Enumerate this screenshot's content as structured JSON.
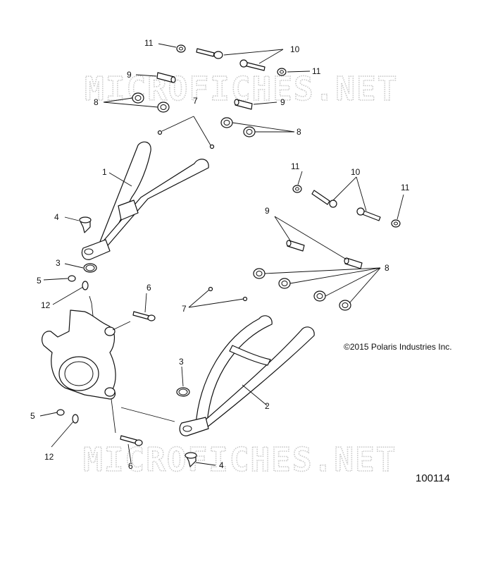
{
  "watermark": "MICROFICHES.NET",
  "copyright": "©2015 Polaris Industries Inc.",
  "figure_number": "100114",
  "callouts": {
    "c11_top_left": "11",
    "c10_top": "10",
    "c11_top_right": "11",
    "c9_top_left": "9",
    "c8_top_left": "8",
    "c9_top_right": "9",
    "c7_top": "7",
    "c8_top_right": "8",
    "c1": "1",
    "c11_mid_left": "11",
    "c10_mid": "10",
    "c11_mid_right": "11",
    "c4_top": "4",
    "c9_mid": "9",
    "c3_top": "3",
    "c5_top": "5",
    "c8_mid": "8",
    "c12_top": "12",
    "c6_top": "6",
    "c7_mid": "7",
    "c3_bottom": "3",
    "c2": "2",
    "c5_bottom": "5",
    "c12_bottom": "12",
    "c6_bottom": "6",
    "c4_bottom": "4"
  },
  "icons": {
    "upper_a_arm": "upper-control-arm",
    "lower_a_arm": "lower-control-arm",
    "knuckle": "steering-knuckle",
    "bushing": "bushing",
    "sleeve": "pivot-sleeve",
    "bolt": "bolt",
    "nut": "lock-nut",
    "ball_joint": "ball-joint",
    "retaining_ring": "retaining-ring",
    "grease_fitting": "grease-fitting",
    "washer": "washer"
  }
}
